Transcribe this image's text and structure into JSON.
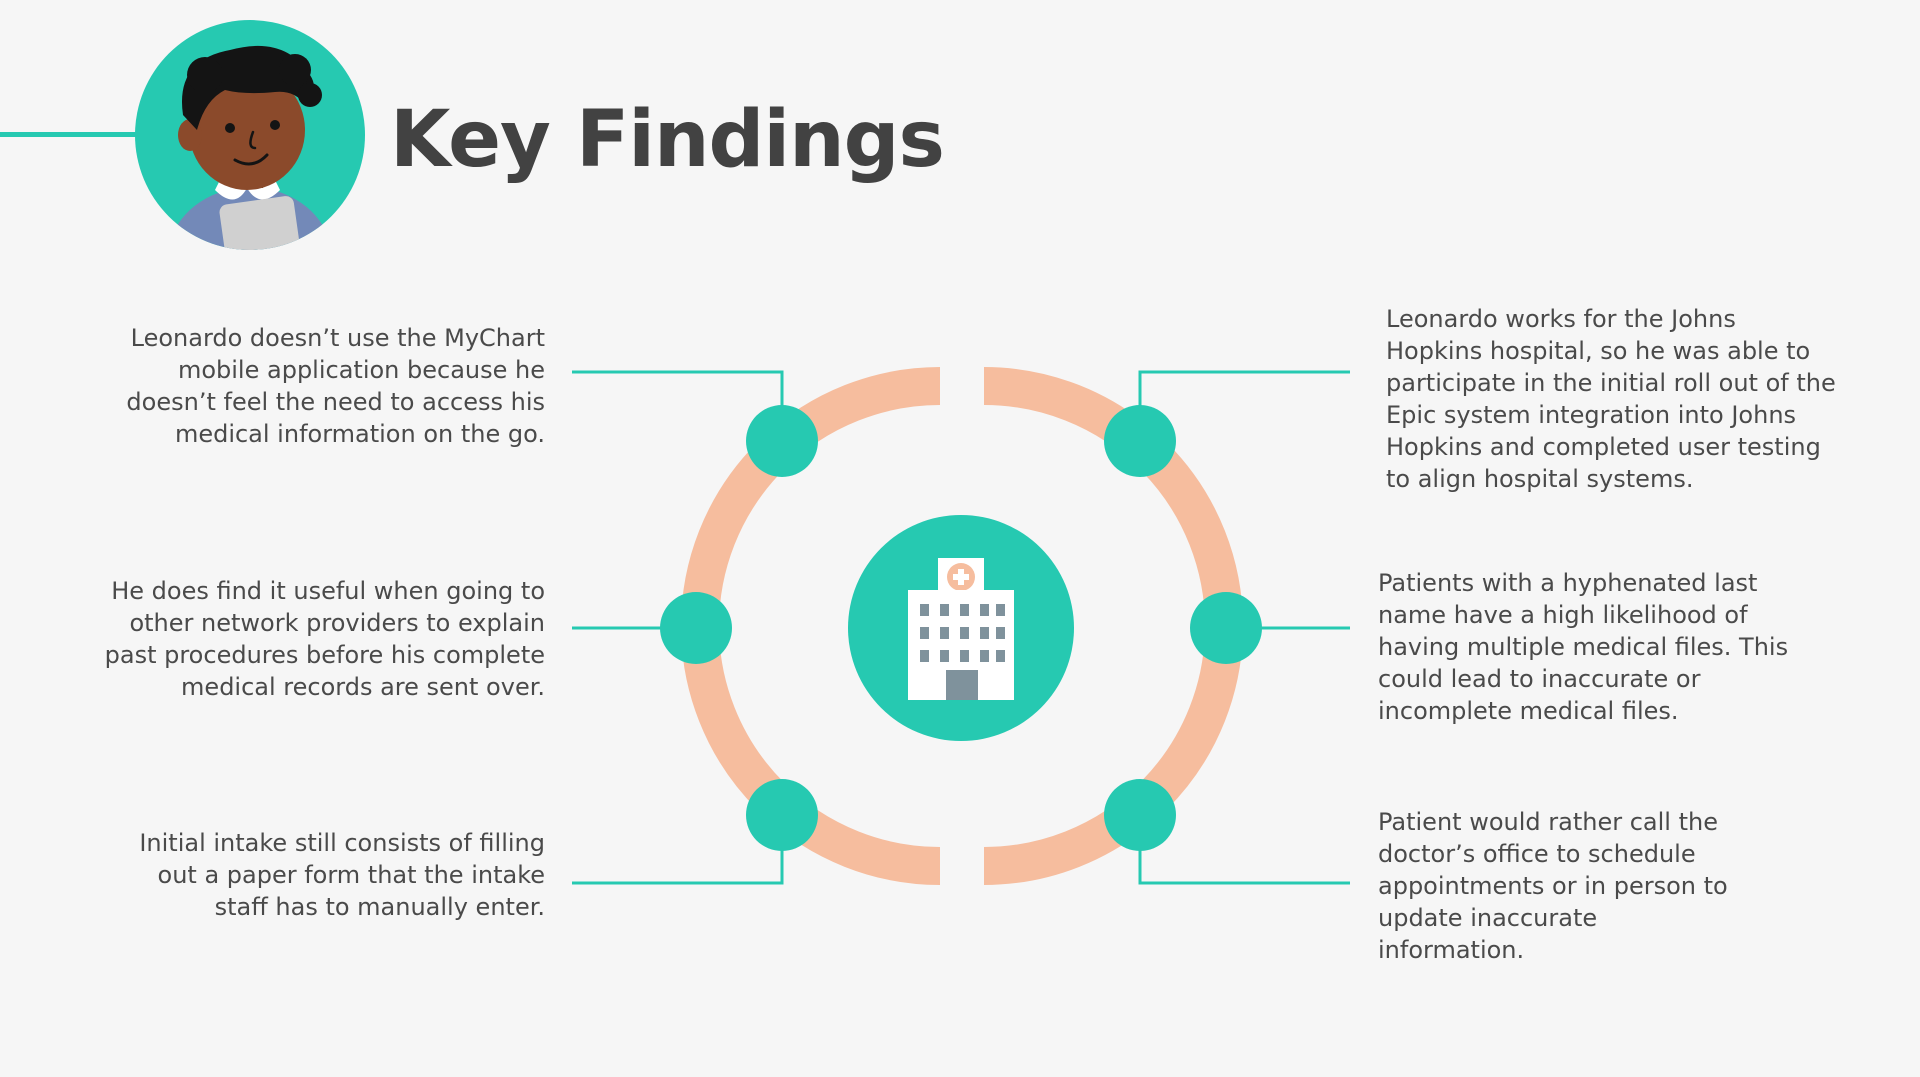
{
  "title": "Key Findings",
  "icons": {
    "avatar": "person-avatar-icon",
    "center": "hospital-icon"
  },
  "colors": {
    "teal": "#26c9b1",
    "ring": "#f6bd9e",
    "title": "#424242",
    "text": "#4a4a4a",
    "background": "#f6f6f6"
  },
  "findings": {
    "left": [
      [
        "Leonardo doesn’t use the MyChart",
        "mobile application because he",
        "doesn’t feel the need to access his",
        "medical information on the go."
      ],
      [
        "He does find it useful when going to",
        "other network providers to explain",
        "past procedures before his complete",
        "medical records are sent over."
      ],
      [
        "Initial intake still consists of filling",
        "out a paper form that the intake",
        "staff has to manually enter."
      ]
    ],
    "right": [
      [
        "Leonardo works for the Johns",
        "Hopkins hospital, so he was able to",
        "participate in the initial roll out of the",
        "Epic system integration into Johns",
        "Hopkins and completed user testing",
        "to align hospital systems."
      ],
      [
        "Patients with a hyphenated last",
        "name have a high likelihood of",
        "having multiple medical files. This",
        "could lead to inaccurate or",
        "incomplete medical files."
      ],
      [
        "Patient would rather call the",
        "doctor’s office to schedule",
        "appointments or in person to",
        "update inaccurate",
        "information."
      ]
    ]
  }
}
